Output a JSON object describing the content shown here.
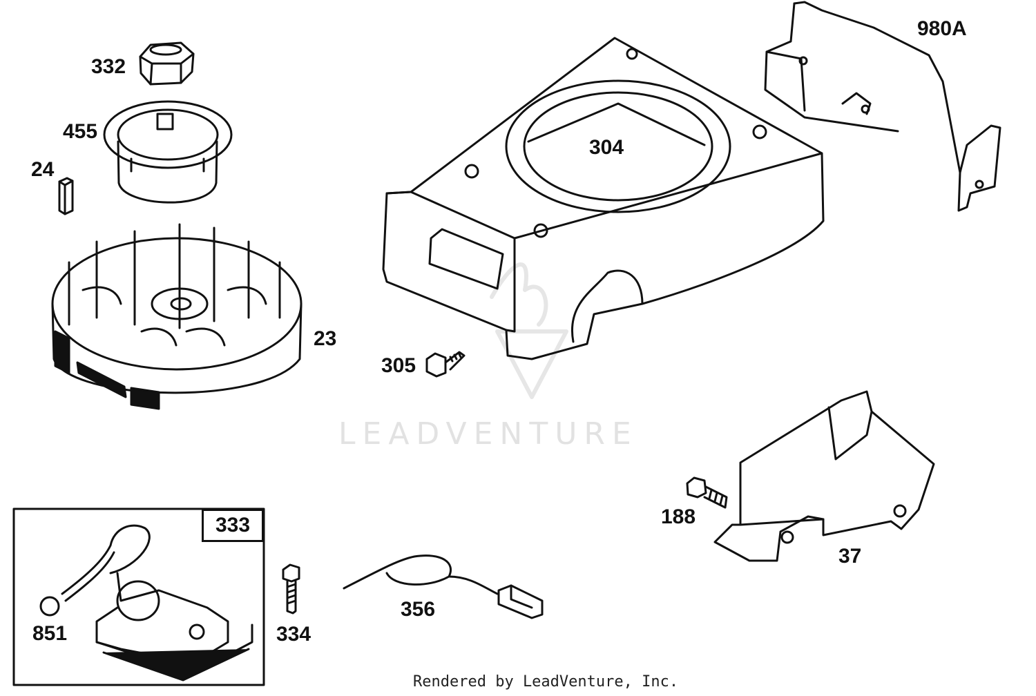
{
  "labels": {
    "p332": "332",
    "p455": "455",
    "p24": "24",
    "p23": "23",
    "p304": "304",
    "p305": "305",
    "p980a": "980A",
    "p333": "333",
    "p851": "851",
    "p334": "334",
    "p356": "356",
    "p188": "188",
    "p37": "37"
  },
  "watermark": "LEADVENTURE",
  "footer": "Rendered by LeadVenture, Inc."
}
